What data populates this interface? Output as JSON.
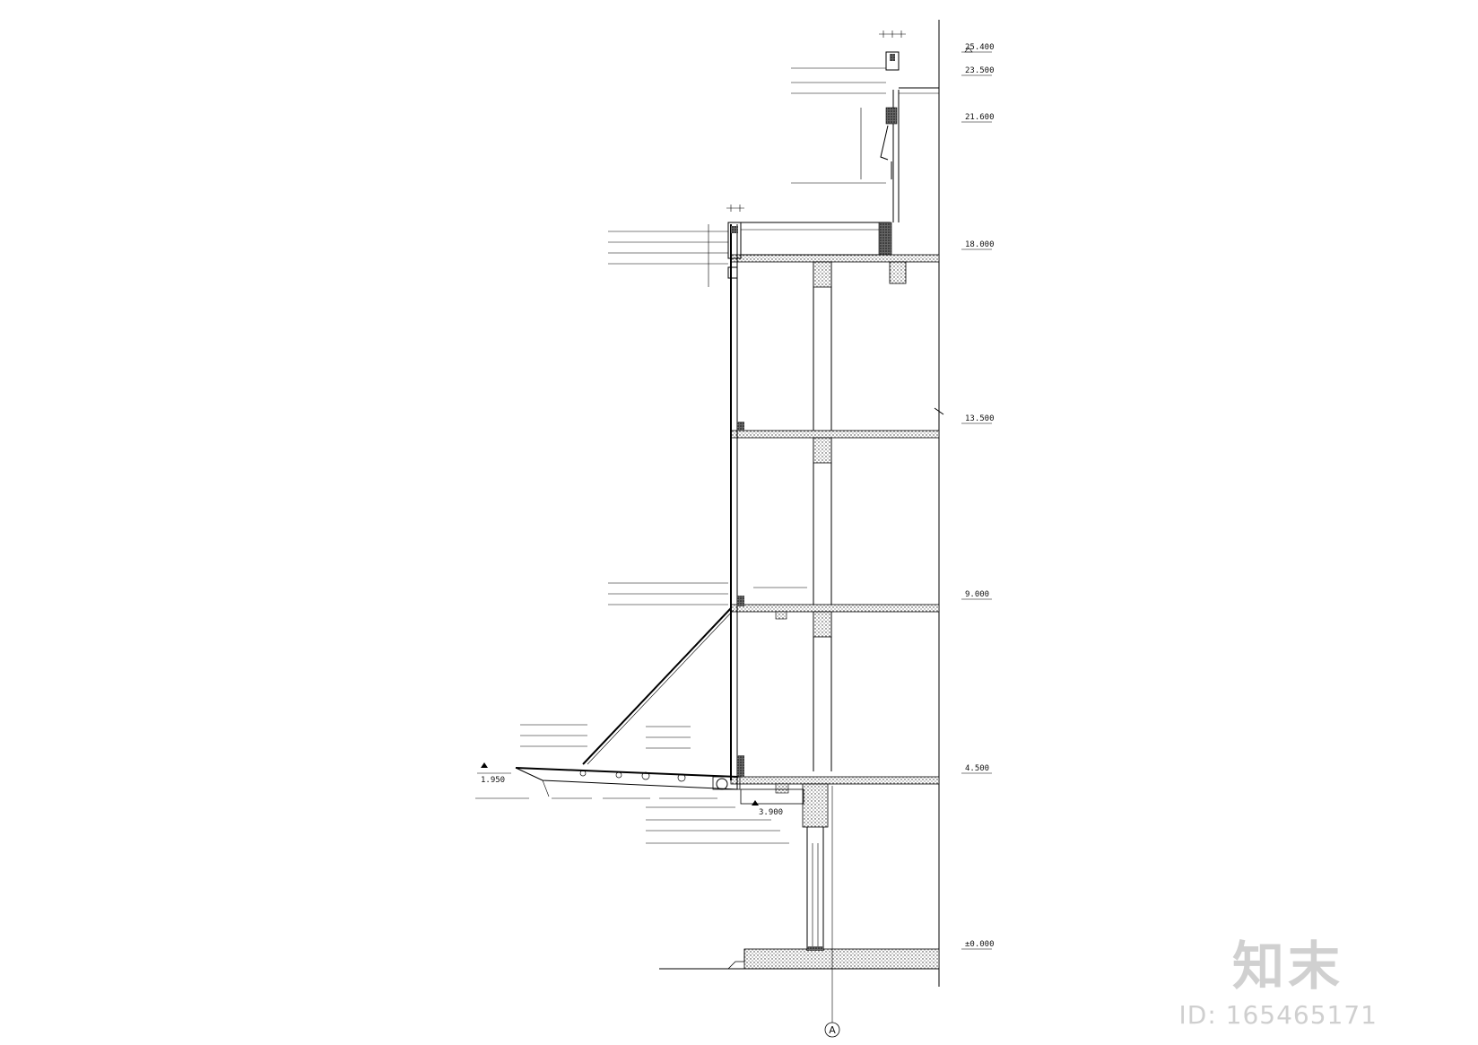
{
  "levels": [
    {
      "id": "lvl-top",
      "label": "25.400"
    },
    {
      "id": "lvl-parapet",
      "label": "23.500"
    },
    {
      "id": "lvl-ledge",
      "label": "21.600"
    },
    {
      "id": "lvl-roof",
      "label": "18.000"
    },
    {
      "id": "lvl-3f",
      "label": "13.500"
    },
    {
      "id": "lvl-2f",
      "label": "9.000"
    },
    {
      "id": "lvl-1f",
      "label": "4.500"
    },
    {
      "id": "lvl-ground",
      "label": "±0.000"
    }
  ],
  "canopy_level": "1.950",
  "beam_level": "3.900",
  "axis_label": "A",
  "watermark": {
    "logo": "知末",
    "id_text": "ID: 165465171"
  }
}
